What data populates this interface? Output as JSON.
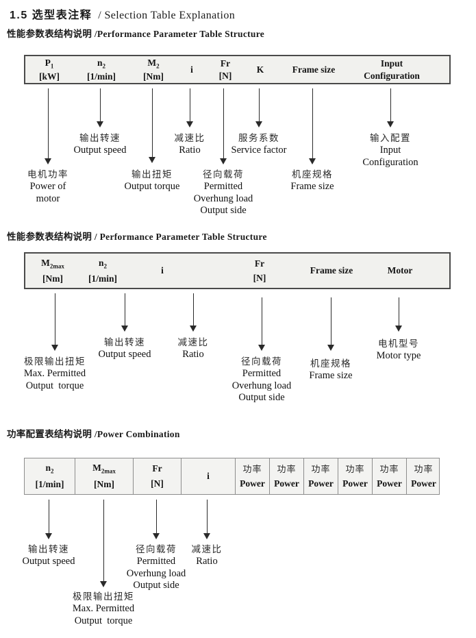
{
  "title": {
    "zh": "1.5 选型表注释",
    "en": "/ Selection Table Explanation"
  },
  "colors": {
    "table_bg": "#f1f1ee",
    "table_border": "#4a4a4a",
    "grid_border": "#8c8c8c",
    "text": "#1a1a1a"
  },
  "sections": [
    {
      "heading": "性能参数表结构说明 /Performance Parameter Table Structure",
      "table": {
        "columns": [
          {
            "l1": "P",
            "s1": "1",
            "l2": "[kW]"
          },
          {
            "l1": "n",
            "s1": "2",
            "l2": "[1/min]"
          },
          {
            "l1": "M",
            "s1": "2",
            "l2": "[Nm]"
          },
          {
            "l1": "i"
          },
          {
            "l1": "Fr",
            "l2": "[N]"
          },
          {
            "l1": "K"
          },
          {
            "l1": "Frame size"
          },
          {
            "l1": "Input",
            "l2": "Configuration"
          }
        ]
      },
      "callouts": [
        {
          "lines": [
            "电机功率",
            "Power of",
            "motor"
          ]
        },
        {
          "lines": [
            "输出转速",
            "Output speed"
          ]
        },
        {
          "lines": [
            "输出扭矩",
            "Output torque"
          ]
        },
        {
          "lines": [
            "减速比",
            "Ratio"
          ]
        },
        {
          "lines": [
            "径向载荷",
            "Permitted",
            "Overhung load",
            "Output side"
          ]
        },
        {
          "lines": [
            "服务系数",
            "Service factor"
          ]
        },
        {
          "lines": [
            "机座规格",
            "Frame size"
          ]
        },
        {
          "lines": [
            "输入配置",
            "Input",
            "Configuration"
          ]
        }
      ]
    },
    {
      "heading": "性能参数表结构说明 / Performance Parameter Table Structure",
      "table": {
        "columns": [
          {
            "l1": "M",
            "s1": "2max",
            "l2": "[Nm]"
          },
          {
            "l1": "n",
            "s1": "2",
            "l2": "[1/min]"
          },
          {
            "l1": "i"
          },
          {
            "l1": "Fr",
            "l2": "[N]"
          },
          {
            "l1": "Frame size"
          },
          {
            "l1": "Motor"
          }
        ]
      },
      "callouts": [
        {
          "lines": [
            "极限输出扭矩",
            "Max. Permitted",
            "Output  torque"
          ]
        },
        {
          "lines": [
            "输出转速",
            "Output speed"
          ]
        },
        {
          "lines": [
            "减速比",
            "Ratio"
          ]
        },
        {
          "lines": [
            "径向载荷",
            "Permitted",
            "Overhung load",
            "Output side"
          ]
        },
        {
          "lines": [
            "机座规格",
            "Frame size"
          ]
        },
        {
          "lines": [
            "电机型号",
            "Motor type"
          ]
        }
      ]
    },
    {
      "heading": "功率配置表结构说明 /Power Combination",
      "table": {
        "columns": [
          {
            "l1": "n",
            "s1": "2",
            "l2": "[1/min]"
          },
          {
            "l1": "M",
            "s1": "2max",
            "l2": "[Nm]"
          },
          {
            "l1": "Fr",
            "l2": "[N]"
          },
          {
            "l1": "i"
          },
          {
            "l1": "功率",
            "l2": "Power"
          },
          {
            "l1": "功率",
            "l2": "Power"
          },
          {
            "l1": "功率",
            "l2": "Power"
          },
          {
            "l1": "功率",
            "l2": "Power"
          },
          {
            "l1": "功率",
            "l2": "Power"
          },
          {
            "l1": "功率",
            "l2": "Power"
          }
        ]
      },
      "callouts": [
        {
          "lines": [
            "输出转速",
            "Output speed"
          ]
        },
        {
          "lines": [
            "极限输出扭矩",
            "Max. Permitted",
            "Output  torque"
          ]
        },
        {
          "lines": [
            "径向载荷",
            "Permitted",
            "Overhung load",
            "Output side"
          ]
        },
        {
          "lines": [
            "减速比",
            "Ratio"
          ]
        }
      ]
    }
  ]
}
